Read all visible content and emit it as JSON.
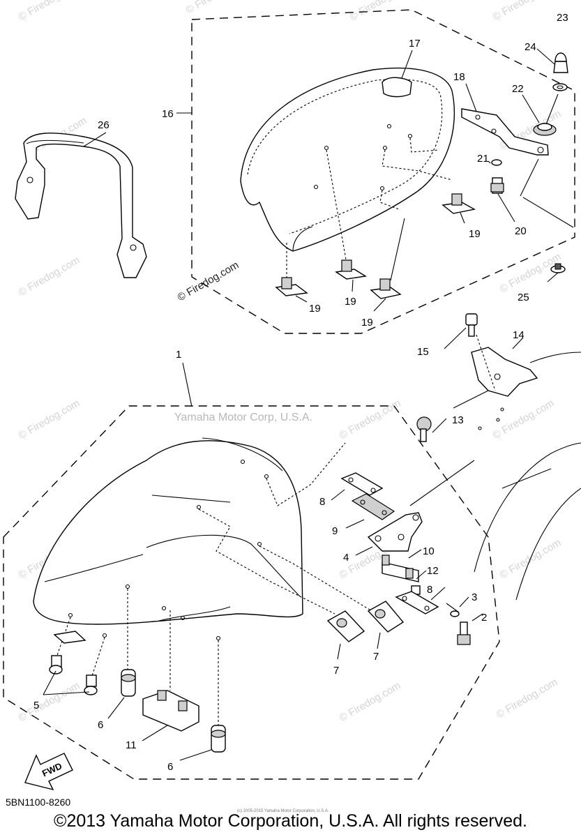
{
  "diagram": {
    "part_code": "5BN1100-8260",
    "copyright": "©2013 Yamaha Motor Corporation, U.S.A. All rights reserved.",
    "small_copyright": "(c) 2005-2015 Yamaha Motor Corporation, U.S.A.",
    "brand_watermark": "Yamaha Motor Corp, U.S.A.",
    "watermark": "© Firedog.com",
    "fwd_label": "FWD",
    "callouts": [
      "1",
      "2",
      "3",
      "4",
      "5",
      "6",
      "6",
      "7",
      "7",
      "8",
      "8",
      "9",
      "10",
      "11",
      "12",
      "13",
      "14",
      "15",
      "16",
      "17",
      "18",
      "19",
      "19",
      "19",
      "19",
      "20",
      "21",
      "22",
      "23",
      "24",
      "25",
      "26"
    ]
  }
}
